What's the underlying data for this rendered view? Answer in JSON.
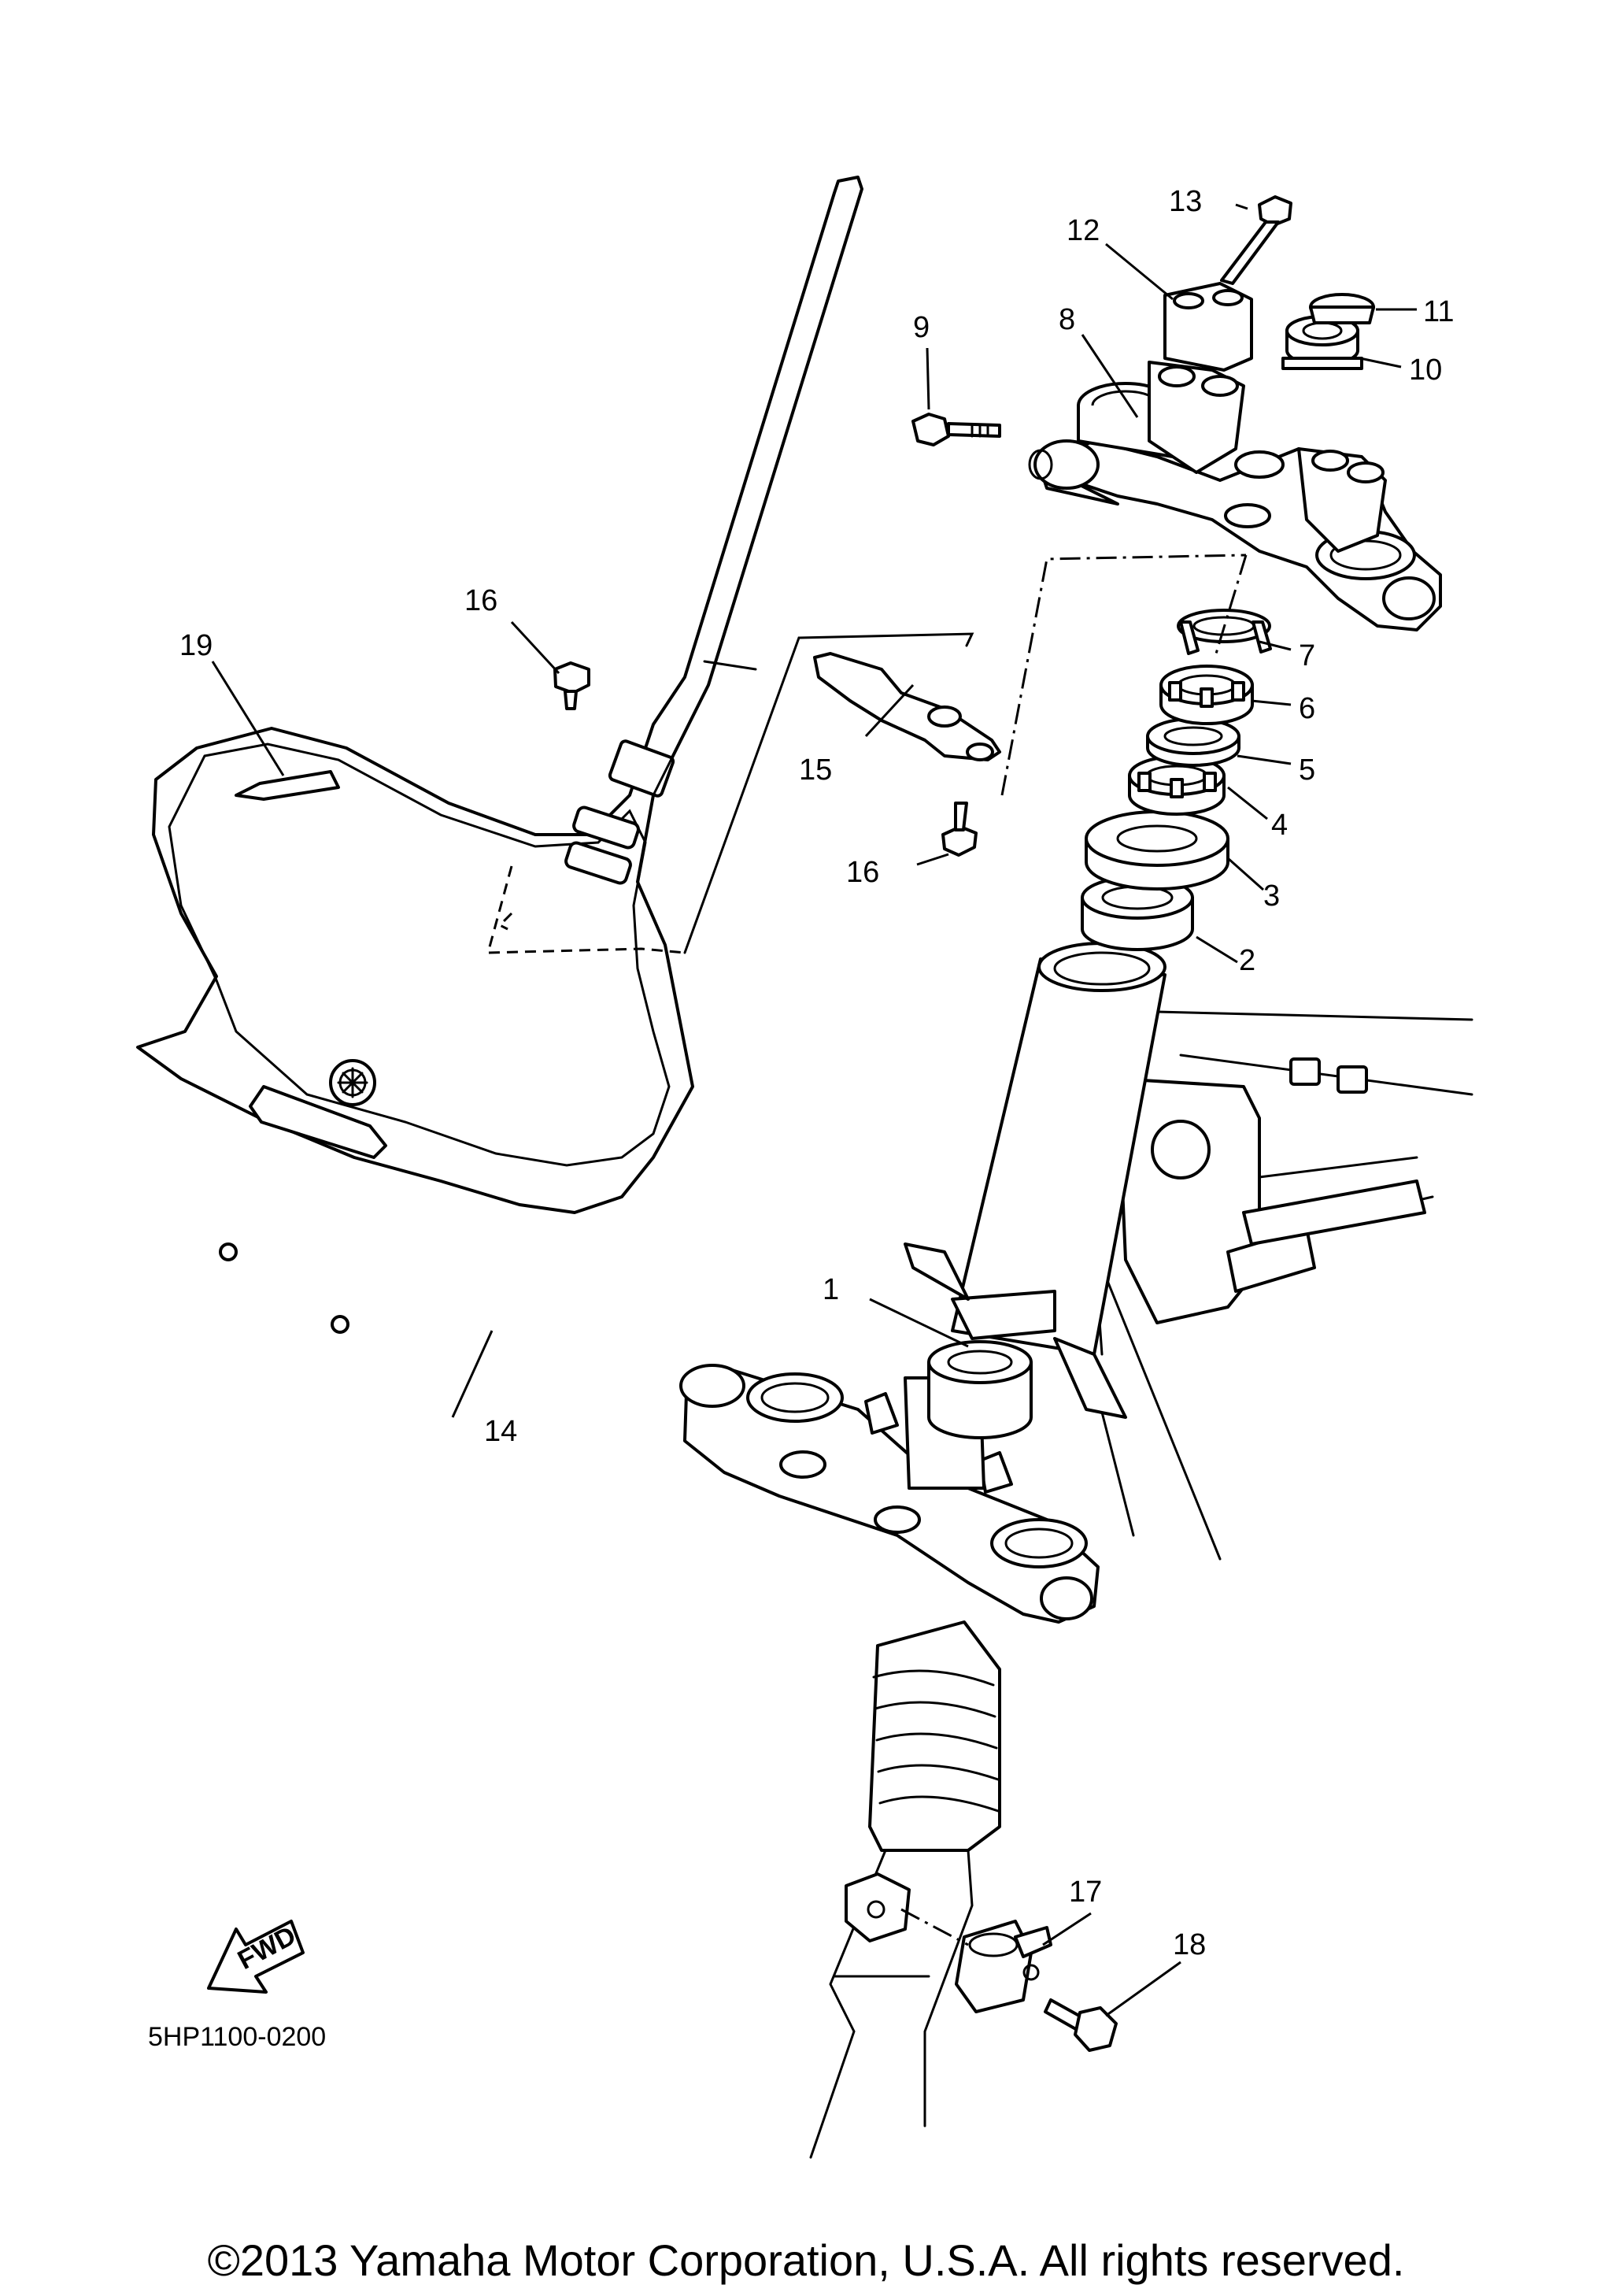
{
  "diagram_code": "5HP1100-0200",
  "fwd_badge": "FWD",
  "copyright": "©2013 Yamaha Motor Corporation, U.S.A. All rights reserved.",
  "callouts": [
    {
      "id": "1",
      "text": "1"
    },
    {
      "id": "2",
      "text": "2"
    },
    {
      "id": "3",
      "text": "3"
    },
    {
      "id": "4",
      "text": "4"
    },
    {
      "id": "5",
      "text": "5"
    },
    {
      "id": "6",
      "text": "6"
    },
    {
      "id": "7",
      "text": "7"
    },
    {
      "id": "8",
      "text": "8"
    },
    {
      "id": "9",
      "text": "9"
    },
    {
      "id": "10",
      "text": "10"
    },
    {
      "id": "11",
      "text": "11"
    },
    {
      "id": "12",
      "text": "12"
    },
    {
      "id": "13",
      "text": "13"
    },
    {
      "id": "14",
      "text": "14"
    },
    {
      "id": "15",
      "text": "15"
    },
    {
      "id": "16a",
      "text": "16"
    },
    {
      "id": "16b",
      "text": "16"
    },
    {
      "id": "17",
      "text": "17"
    },
    {
      "id": "18",
      "text": "18"
    },
    {
      "id": "19",
      "text": "19"
    }
  ]
}
